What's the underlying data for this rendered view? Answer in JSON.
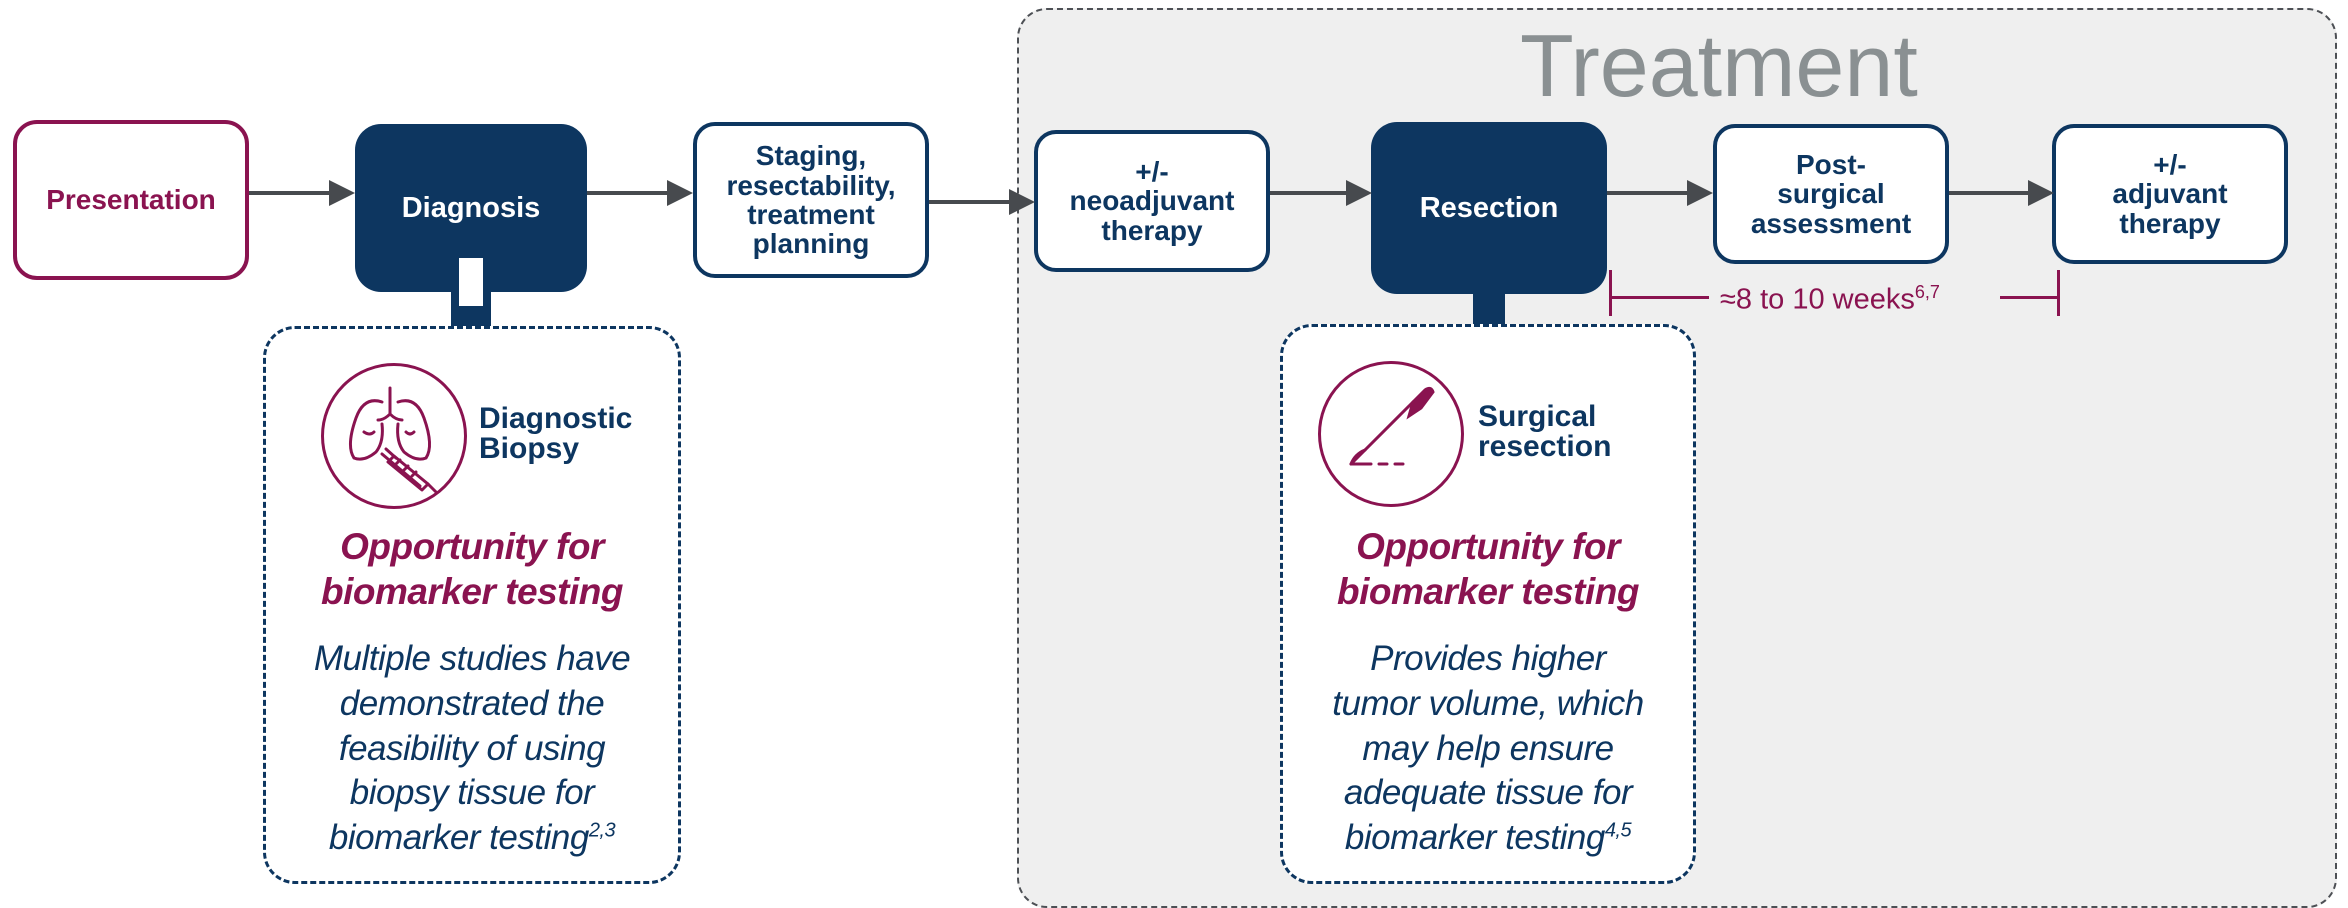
{
  "treatment": {
    "title": "Treatment"
  },
  "steps": {
    "presentation": "Presentation",
    "diagnosis": "Diagnosis",
    "staging": "Staging,\nresectability,\ntreatment\nplanning",
    "neoadjuvant": "+/-\nneoadjuvant\ntherapy",
    "resection": "Resection",
    "post_surgical": "Post-\nsurgical\nassessment",
    "adjuvant": "+/-\nadjuvant\ntherapy"
  },
  "interval": {
    "label": "≈8 to 10 weeks",
    "refs": "6,7"
  },
  "callouts": {
    "biopsy": {
      "heading_line1": "Diagnostic",
      "heading_line2": "Biopsy",
      "opportunity_line1": "Opportunity for",
      "opportunity_line2": "biomarker testing",
      "description_lines": [
        "Multiple studies have",
        "demonstrated the",
        "feasibility of using",
        "biopsy tissue for",
        "biomarker testing"
      ],
      "refs": "2,3"
    },
    "resection": {
      "heading_line1": "Surgical",
      "heading_line2": "resection",
      "opportunity_line1": "Opportunity for",
      "opportunity_line2": "biomarker testing",
      "description_lines": [
        "Provides higher",
        "tumor volume, which",
        "may help ensure",
        "adequate tissue for",
        "biomarker testing"
      ],
      "refs": "4,5"
    }
  },
  "colors": {
    "navy": "#0d3660",
    "magenta": "#8a1350",
    "panel_gray": "#efefef",
    "arrow_gray": "#474a4e",
    "title_gray": "#8a9092"
  },
  "icons": [
    "lungs-syringe-icon",
    "scalpel-icon"
  ]
}
